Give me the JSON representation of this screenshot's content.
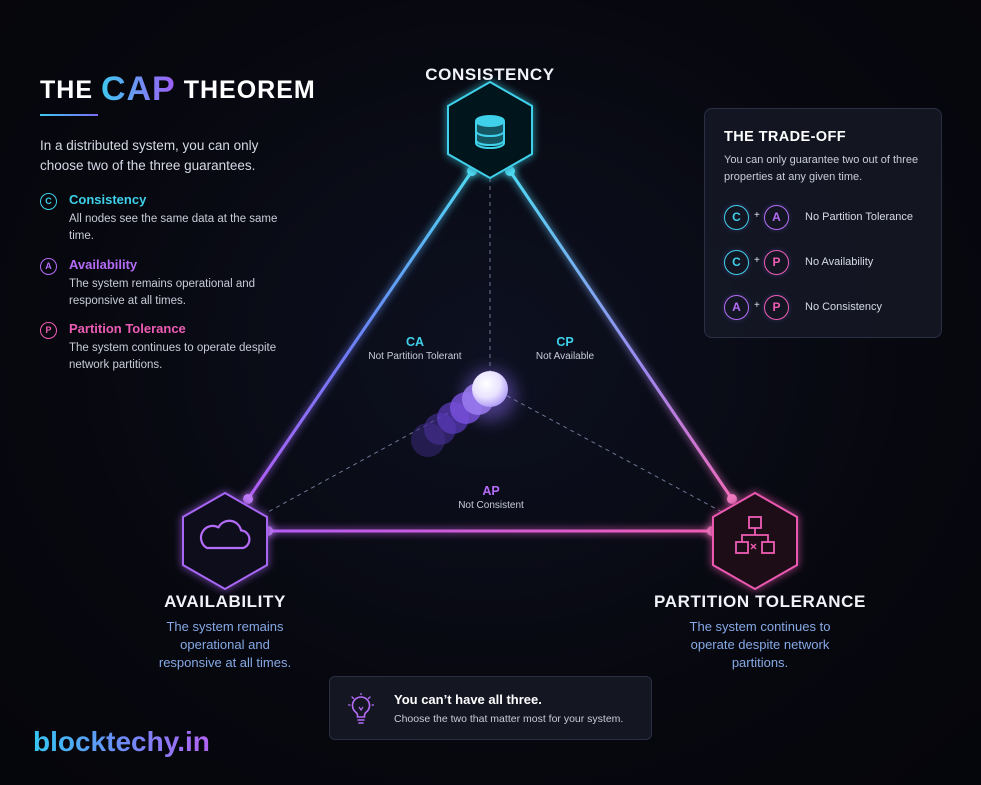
{
  "header": {
    "title_prefix": "THE",
    "title_highlight": "CAP",
    "title_suffix": "THEOREM",
    "intro": "In a distributed system, you can only choose two of the three guarantees."
  },
  "definitions": [
    {
      "letter": "C",
      "title": "Consistency",
      "desc": "All nodes see the same data at the same time.",
      "color": "#3fd0ea"
    },
    {
      "letter": "A",
      "title": "Availability",
      "desc": "The system remains operational and responsive at all times.",
      "color": "#b46cf7"
    },
    {
      "letter": "P",
      "title": "Partition Tolerance",
      "desc": "The system continues to operate despite network partitions.",
      "color": "#ee5cb4"
    }
  ],
  "vertices": {
    "consistency": {
      "label": "CONSISTENCY",
      "icon": "database-icon",
      "color": "#3fd0ea"
    },
    "availability": {
      "label": "AVAILABILITY",
      "desc": "The system remains operational and responsive at all times.",
      "icon": "cloud-icon",
      "color": "#a866f5"
    },
    "partition": {
      "label": "PARTITION TOLERANCE",
      "desc": "The system continues to operate despite network partitions.",
      "icon": "network-icon",
      "color": "#ea58b0"
    }
  },
  "edges": {
    "ca": {
      "key": "CA",
      "desc": "Not Partition Tolerant",
      "color": "#3fd0ea"
    },
    "cp": {
      "key": "CP",
      "desc": "Not Available",
      "color": "#3fd0ea"
    },
    "ap": {
      "key": "AP",
      "desc": "Not Consistent",
      "color": "#b46cf7"
    }
  },
  "tradeoff": {
    "title": "THE TRADE-OFF",
    "desc": "You can only guarantee two out of three properties at any given time.",
    "combos": [
      {
        "a": "C",
        "b": "A",
        "plus": "+",
        "text": "No Partition Tolerance",
        "color_a": "#3fd0ea",
        "color_b": "#a866f5"
      },
      {
        "a": "C",
        "b": "P",
        "plus": "+",
        "text": "No Availability",
        "color_a": "#3fd0ea",
        "color_b": "#ea58b0"
      },
      {
        "a": "A",
        "b": "P",
        "plus": "+",
        "text": "No Consistency",
        "color_a": "#a866f5",
        "color_b": "#ea58b0"
      }
    ]
  },
  "note": {
    "title": "You can’t have all three.",
    "desc": "Choose the two that matter most for your system.",
    "icon": "lightbulb-icon"
  },
  "brand": "blocktechy.in"
}
